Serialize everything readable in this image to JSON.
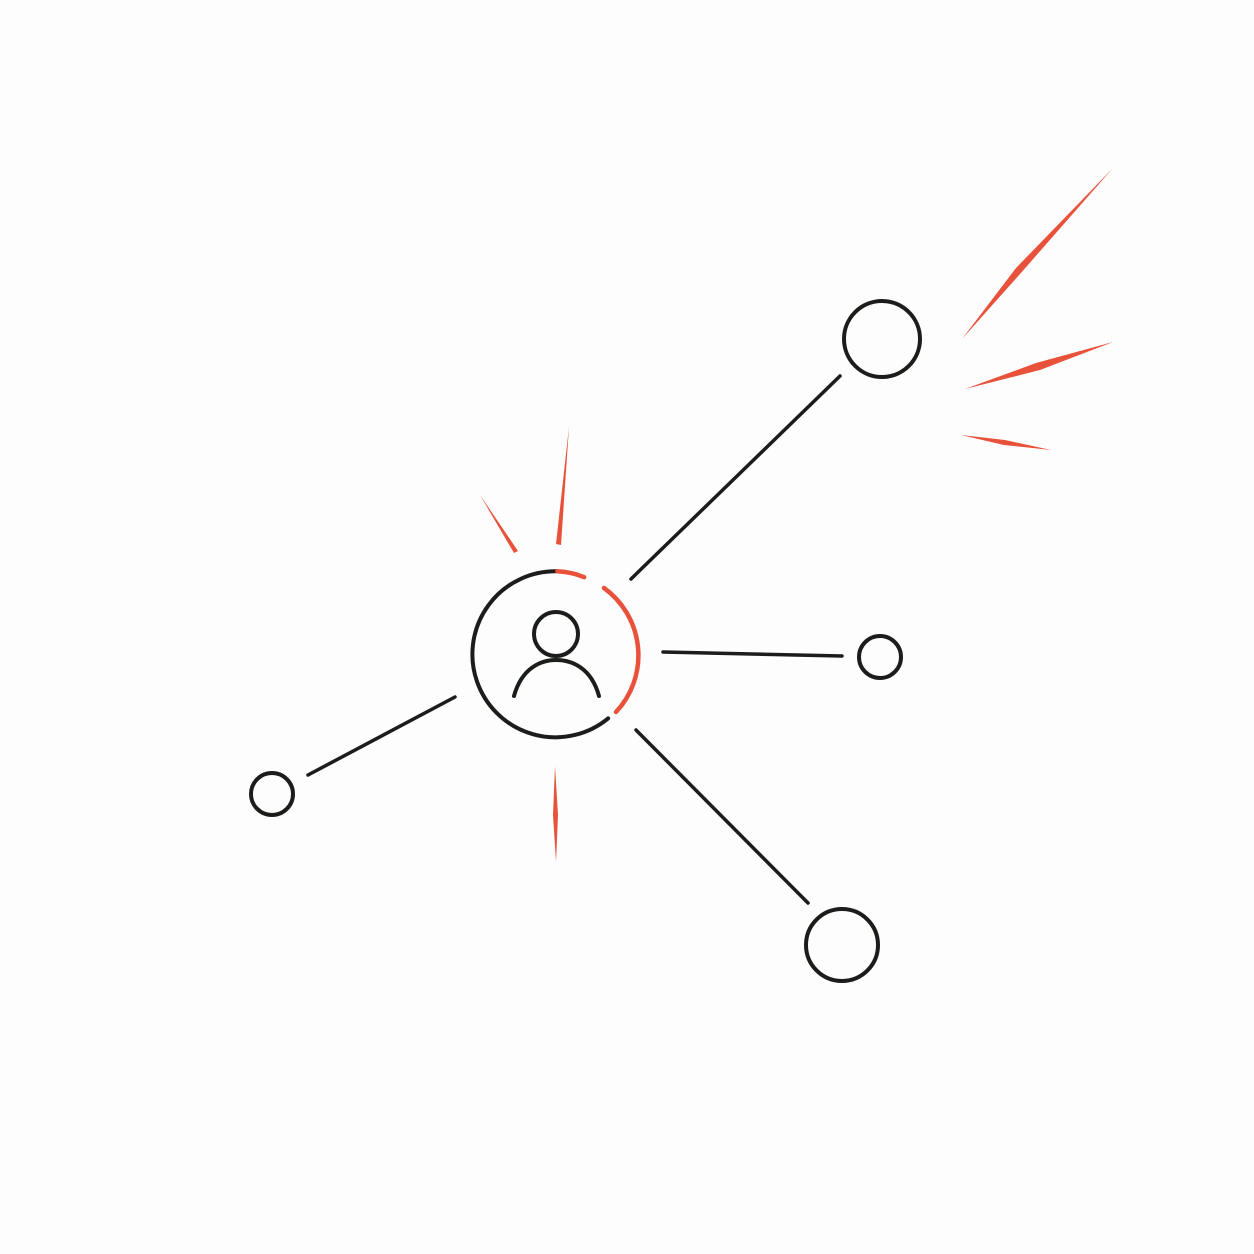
{
  "colors": {
    "background": "#fdfdfd",
    "line": "#1a1d1a",
    "accent": "#e8523a"
  },
  "diagram": {
    "center_icon": "user-icon",
    "satellite_nodes": [
      {
        "name": "node-top-right"
      },
      {
        "name": "node-right"
      },
      {
        "name": "node-bottom-right"
      },
      {
        "name": "node-left"
      }
    ]
  }
}
